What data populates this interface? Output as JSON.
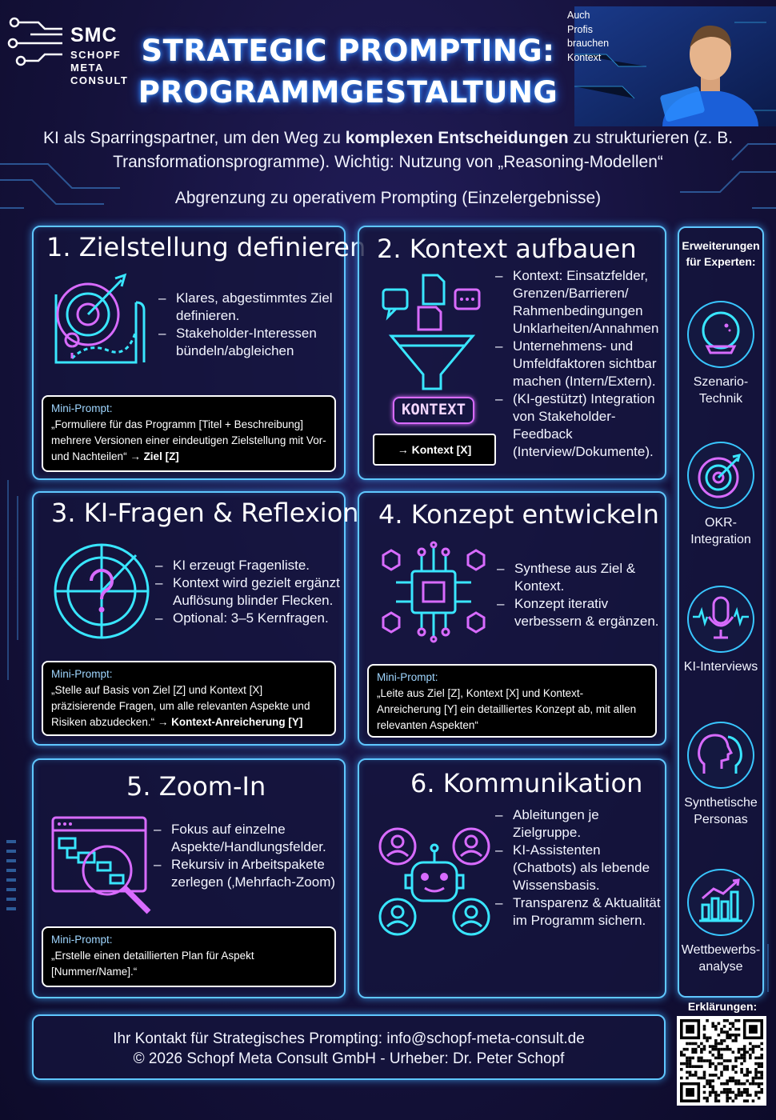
{
  "header": {
    "logo": {
      "smc": "SMC",
      "line1": "SCHOPF",
      "line2": "META",
      "line3": "CONSULT"
    },
    "title_line1": "STRATEGIC PROMPTING:",
    "title_line2": "PROGRAMMGESTALTUNG",
    "auch": [
      "Auch",
      "Profis",
      "brauchen",
      "Kontext"
    ]
  },
  "intro": {
    "part1": "KI als Sparringspartner, um den Weg zu ",
    "bold": "komplexen Entscheidungen",
    "part2": " zu strukturieren (z. B. Transformationsprogramme). Wichtig: Nutzung von „Reasoning-Modellen“",
    "abgrenzung": "Abgrenzung zu operativem Prompting (Einzelergebnisse)"
  },
  "cards": [
    {
      "title": "1. Zielstellung definieren",
      "bullets": [
        "Klares, abgestimmtes Ziel definieren.",
        "Stakeholder-Interessen bündeln/abgleichen"
      ],
      "mini_label": "Mini-Prompt:",
      "mini_text": "„Formuliere für das Programm [Titel + Beschreibung] mehrere Versionen einer eindeutigen Zielstellung mit Vor- und Nachteilen“ ",
      "mini_target": "→ Ziel [Z]"
    },
    {
      "title": "2. Kontext aufbauen",
      "bullets": [
        "Kontext: Einsatzfelder, Grenzen/Barrieren/ Rahmenbedingungen Unklarheiten/Annahmen",
        "Unternehmens- und Umfeldfaktoren sichtbar machen (Intern/Extern).",
        "(KI-gestützt) Integration von Stakeholder-Feedback (Interview/Dokumente)."
      ],
      "icon_label": "KONTEXT",
      "button": "→ Kontext [X]"
    },
    {
      "title": "3. KI-Fragen & Reflexion",
      "bullets": [
        "KI erzeugt Fragenliste.",
        "Kontext wird gezielt ergänzt Auflösung blinder Flecken.",
        "Optional: 3–5 Kernfragen."
      ],
      "mini_label": "Mini-Prompt:",
      "mini_text": "„Stelle auf Basis von Ziel [Z] und Kontext [X] präzisierende Fragen, um alle relevanten Aspekte und Risiken abzudecken.“ ",
      "mini_target": "→ Kontext-Anreicherung [Y]"
    },
    {
      "title": "4. Konzept entwickeln",
      "bullets": [
        "Synthese aus Ziel & Kontext.",
        "Konzept iterativ verbessern & ergänzen."
      ],
      "mini_label": "Mini-Prompt:",
      "mini_text": "„Leite aus Ziel [Z], Kontext [X] und Kontext-Anreicherung [Y] ein detailliertes Konzept ab, mit allen relevanten Aspekten“"
    },
    {
      "title": "5. Zoom-In",
      "bullets": [
        "Fokus auf einzelne Aspekte/Handlungsfelder.",
        "Rekursiv in Arbeitspakete zerlegen (‚Mehrfach-Zoom)"
      ],
      "mini_label": "Mini-Prompt:",
      "mini_text": "„Erstelle einen detaillierten Plan für Aspekt [Nummer/Name].“"
    },
    {
      "title": "6. Kommunikation",
      "bullets": [
        "Ableitungen je Zielgruppe.",
        "KI-Assistenten (Chatbots) als lebende Wissensbasis.",
        "Transparenz & Aktualität im Programm sichern."
      ]
    }
  ],
  "extensions": {
    "title": "Erweiterungen für Experten:",
    "items": [
      {
        "label": "Szenario-Technik",
        "icon": "crystal-ball-icon"
      },
      {
        "label": "OKR-Integration",
        "icon": "target-icon"
      },
      {
        "label": "KI-Interviews",
        "icon": "microphone-icon"
      },
      {
        "label": "Synthetische Personas",
        "icon": "heads-icon"
      },
      {
        "label": "Wettbewerbs-analyse",
        "icon": "bar-chart-icon"
      }
    ]
  },
  "footer": {
    "line1": "Ihr Kontakt für Strategisches Prompting: info@schopf-meta-consult.de",
    "line2": "© 2026 Schopf Meta Consult GmbH - Urheber: Dr. Peter Schopf"
  },
  "qr": {
    "label": "Erklärungen:"
  },
  "colors": {
    "accent": "#5fc7ff",
    "magenta": "#d86bff",
    "cyan": "#39e6ff",
    "background": "#14123a"
  }
}
